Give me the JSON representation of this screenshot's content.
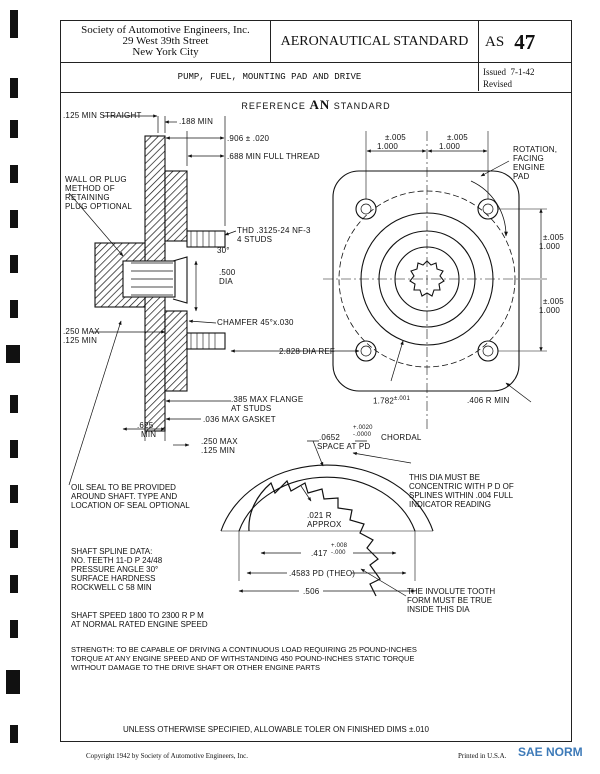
{
  "header": {
    "org_lines": [
      "Society of Automotive Engineers, Inc.",
      "29 West 39th Street",
      "New York City"
    ],
    "standard_title": "AERONAUTICAL STANDARD",
    "standard_prefix": "AS",
    "standard_number": "47",
    "subject": "PUMP, FUEL, MOUNTING PAD AND DRIVE",
    "issued_label": "Issued",
    "issued_date": "7-1-42",
    "revised_label": "Revised"
  },
  "reference": {
    "prefix": "REFERENCE",
    "an": "AN",
    "suffix": "STANDARD"
  },
  "side_view": {
    "min_straight": ".125 MIN STRAIGHT",
    "dim_188": ".188 MIN",
    "dim_906": ".906 ± .020",
    "full_thread": ".688 MIN FULL THREAD",
    "wall_plug": [
      "WALL OR PLUG",
      "METHOD OF",
      "RETAINING",
      "PLUG OPTIONAL"
    ],
    "thd": [
      "THD .3125-24 NF-3",
      "4 STUDS"
    ],
    "angle": "30°",
    "dia500": [
      ".500",
      "DIA"
    ],
    "max250": [
      ".250 MAX",
      ".125 MIN"
    ],
    "chamfer": "CHAMFER 45°x.030",
    "pd_ref": "2.828 DIA REF",
    "flange": [
      ".385 MAX FLANGE",
      "AT STUDS"
    ],
    "gasket": ".036 MAX GASKET",
    "d625": [
      ".625",
      "MIN"
    ],
    "d250b": [
      ".250 MAX",
      ".125 MIN"
    ]
  },
  "front_view": {
    "d1000a": "1.000",
    "d1000b": "1.000",
    "tol005": "±.005",
    "rotation": [
      "ROTATION,",
      "FACING",
      "ENGINE",
      "PAD"
    ],
    "v1000a": "1.000",
    "v1000b": "1.000",
    "d1782": "1.782",
    "tol001": "±.001",
    "r406": ".406 R MIN"
  },
  "spline_view": {
    "chordal": ".0652",
    "chordal_tol": [
      "+.0020",
      "-.0000"
    ],
    "chordal_label": "CHORDAL",
    "space_at_pd": "SPACE AT PD",
    "r021": [
      ".021 R",
      "APPROX"
    ],
    "d417": ".417",
    "tol417": [
      "+.008",
      "-.000"
    ],
    "pd4583": ".4583 PD (THEO)",
    "d506": ".506"
  },
  "notes": {
    "oil_seal": [
      "OIL SEAL TO BE PROVIDED",
      "AROUND SHAFT. TYPE AND",
      "LOCATION OF SEAL OPTIONAL"
    ],
    "concentric": [
      "THIS DIA MUST BE",
      "CONCENTRIC WITH P D OF",
      "SPLINES WITHIN .004 FULL",
      "INDICATOR READING"
    ],
    "spline_data": [
      "SHAFT SPLINE DATA:",
      "NO. TEETH 11-D P 24/48",
      "PRESSURE ANGLE 30°",
      "SURFACE HARDNESS",
      "ROCKWELL C 58 MIN"
    ],
    "involute": [
      "THE INVOLUTE TOOTH",
      "FORM MUST BE TRUE",
      "INSIDE THIS DIA"
    ],
    "speed": [
      "SHAFT SPEED 1800 TO 2300 R P M",
      "AT NORMAL RATED ENGINE SPEED"
    ],
    "strength": [
      "STRENGTH: TO BE CAPABLE OF DRIVING A CONTINUOUS LOAD REQUIRING 25 POUND-INCHES",
      "TORQUE AT ANY ENGINE SPEED AND OF WITHSTANDING 450 POUND-INCHES STATIC TORQUE",
      "WITHOUT DAMAGE TO THE DRIVE SHAFT OR OTHER ENGINE PARTS"
    ],
    "tolerance": "UNLESS OTHERWISE SPECIFIED, ALLOWABLE TOLER ON FINISHED DIMS ±.010"
  },
  "footer": {
    "copyright": "Copyright 1942 by Society of Automotive Engineers, Inc.",
    "printed": "Printed in U.S.A.",
    "watermark": "SAE NORM"
  }
}
